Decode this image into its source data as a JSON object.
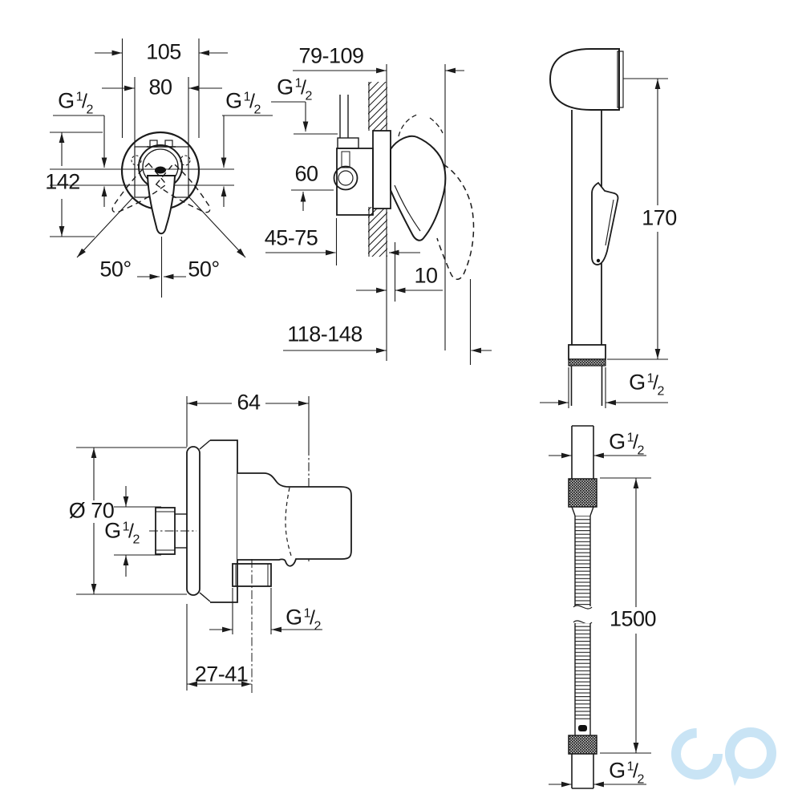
{
  "thread": {
    "base": "G",
    "sup": "1",
    "slash": "/",
    "sub": "2",
    "full": "G 1/2"
  },
  "views": {
    "mixer_front": {
      "dims": {
        "width_outer": "105",
        "width_inner": "80",
        "height": "142",
        "swing_left": "50°",
        "swing_right": "50°"
      }
    },
    "mixer_side": {
      "dims": {
        "wall_depth": "79-109",
        "vertical_offset": "60",
        "rough_in": "45-75",
        "tile_thickness": "10",
        "total_depth": "118-148"
      }
    },
    "hand_shower": {
      "dims": {
        "length": "170"
      }
    },
    "wall_union": {
      "dims": {
        "width": "64",
        "diameter": "Ø 70",
        "hose_offset": "27-41"
      }
    },
    "hose": {
      "dims": {
        "length": "1500"
      }
    }
  },
  "watermark": {
    "color": "#c9e4f5"
  }
}
